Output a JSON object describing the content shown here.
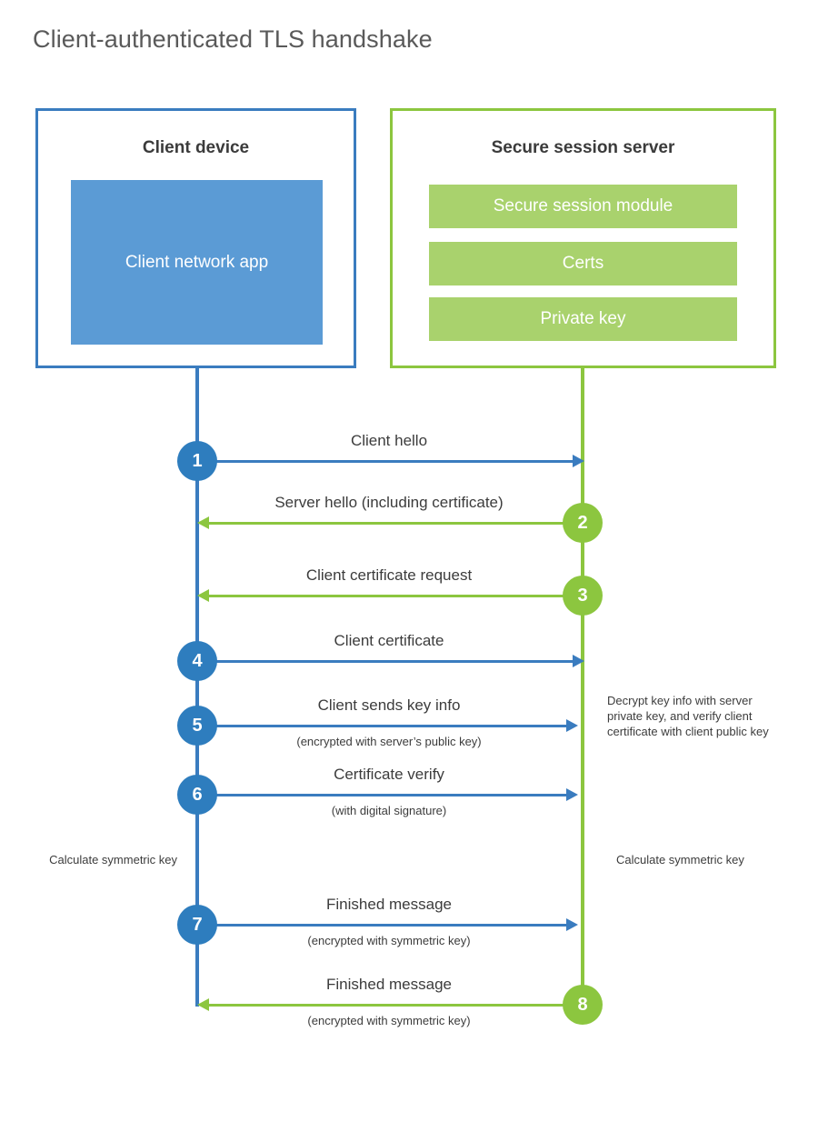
{
  "title": "Client-authenticated TLS handshake",
  "colors": {
    "client_blue": "#3a7cbf",
    "client_badge_blue": "#2e7dbe",
    "client_app_fill": "#5b9bd5",
    "server_green": "#8cc63f",
    "server_block_fill": "#a9d26d",
    "title_text": "#5a5a5a",
    "body_text": "#3c3c3c",
    "background": "#ffffff"
  },
  "client": {
    "title": "Client device",
    "app_label": "Client network app"
  },
  "server": {
    "title": "Secure session server",
    "blocks": [
      {
        "label": "Secure session module"
      },
      {
        "label": "Certs"
      },
      {
        "label": "Private key"
      }
    ]
  },
  "messages": [
    {
      "number": "1",
      "label": "Client hello",
      "sublabel": "",
      "direction": "client-to-server",
      "color": "blue"
    },
    {
      "number": "2",
      "label": "Server hello (including certificate)",
      "sublabel": "",
      "direction": "server-to-client",
      "color": "green"
    },
    {
      "number": "3",
      "label": "Client certificate request",
      "sublabel": "",
      "direction": "server-to-client",
      "color": "green"
    },
    {
      "number": "4",
      "label": "Client certificate",
      "sublabel": "",
      "direction": "client-to-server",
      "color": "blue"
    },
    {
      "number": "5",
      "label": "Client sends key info",
      "sublabel": "(encrypted with server’s public key)",
      "direction": "client-to-server",
      "color": "blue"
    },
    {
      "number": "6",
      "label": "Certificate verify",
      "sublabel": "(with digital signature)",
      "direction": "client-to-server",
      "color": "blue"
    },
    {
      "number": "7",
      "label": "Finished message",
      "sublabel": "(encrypted with symmetric key)",
      "direction": "client-to-server",
      "color": "blue"
    },
    {
      "number": "8",
      "label": "Finished message",
      "sublabel": "(encrypted with symmetric key)",
      "direction": "server-to-client",
      "color": "green"
    }
  ],
  "notes": {
    "server_decrypt": "Decrypt key info with server private key, and verify client certificate with client public key",
    "client_symmetric_key": "Calculate symmetric key",
    "server_symmetric_key": "Calculate symmetric key"
  }
}
